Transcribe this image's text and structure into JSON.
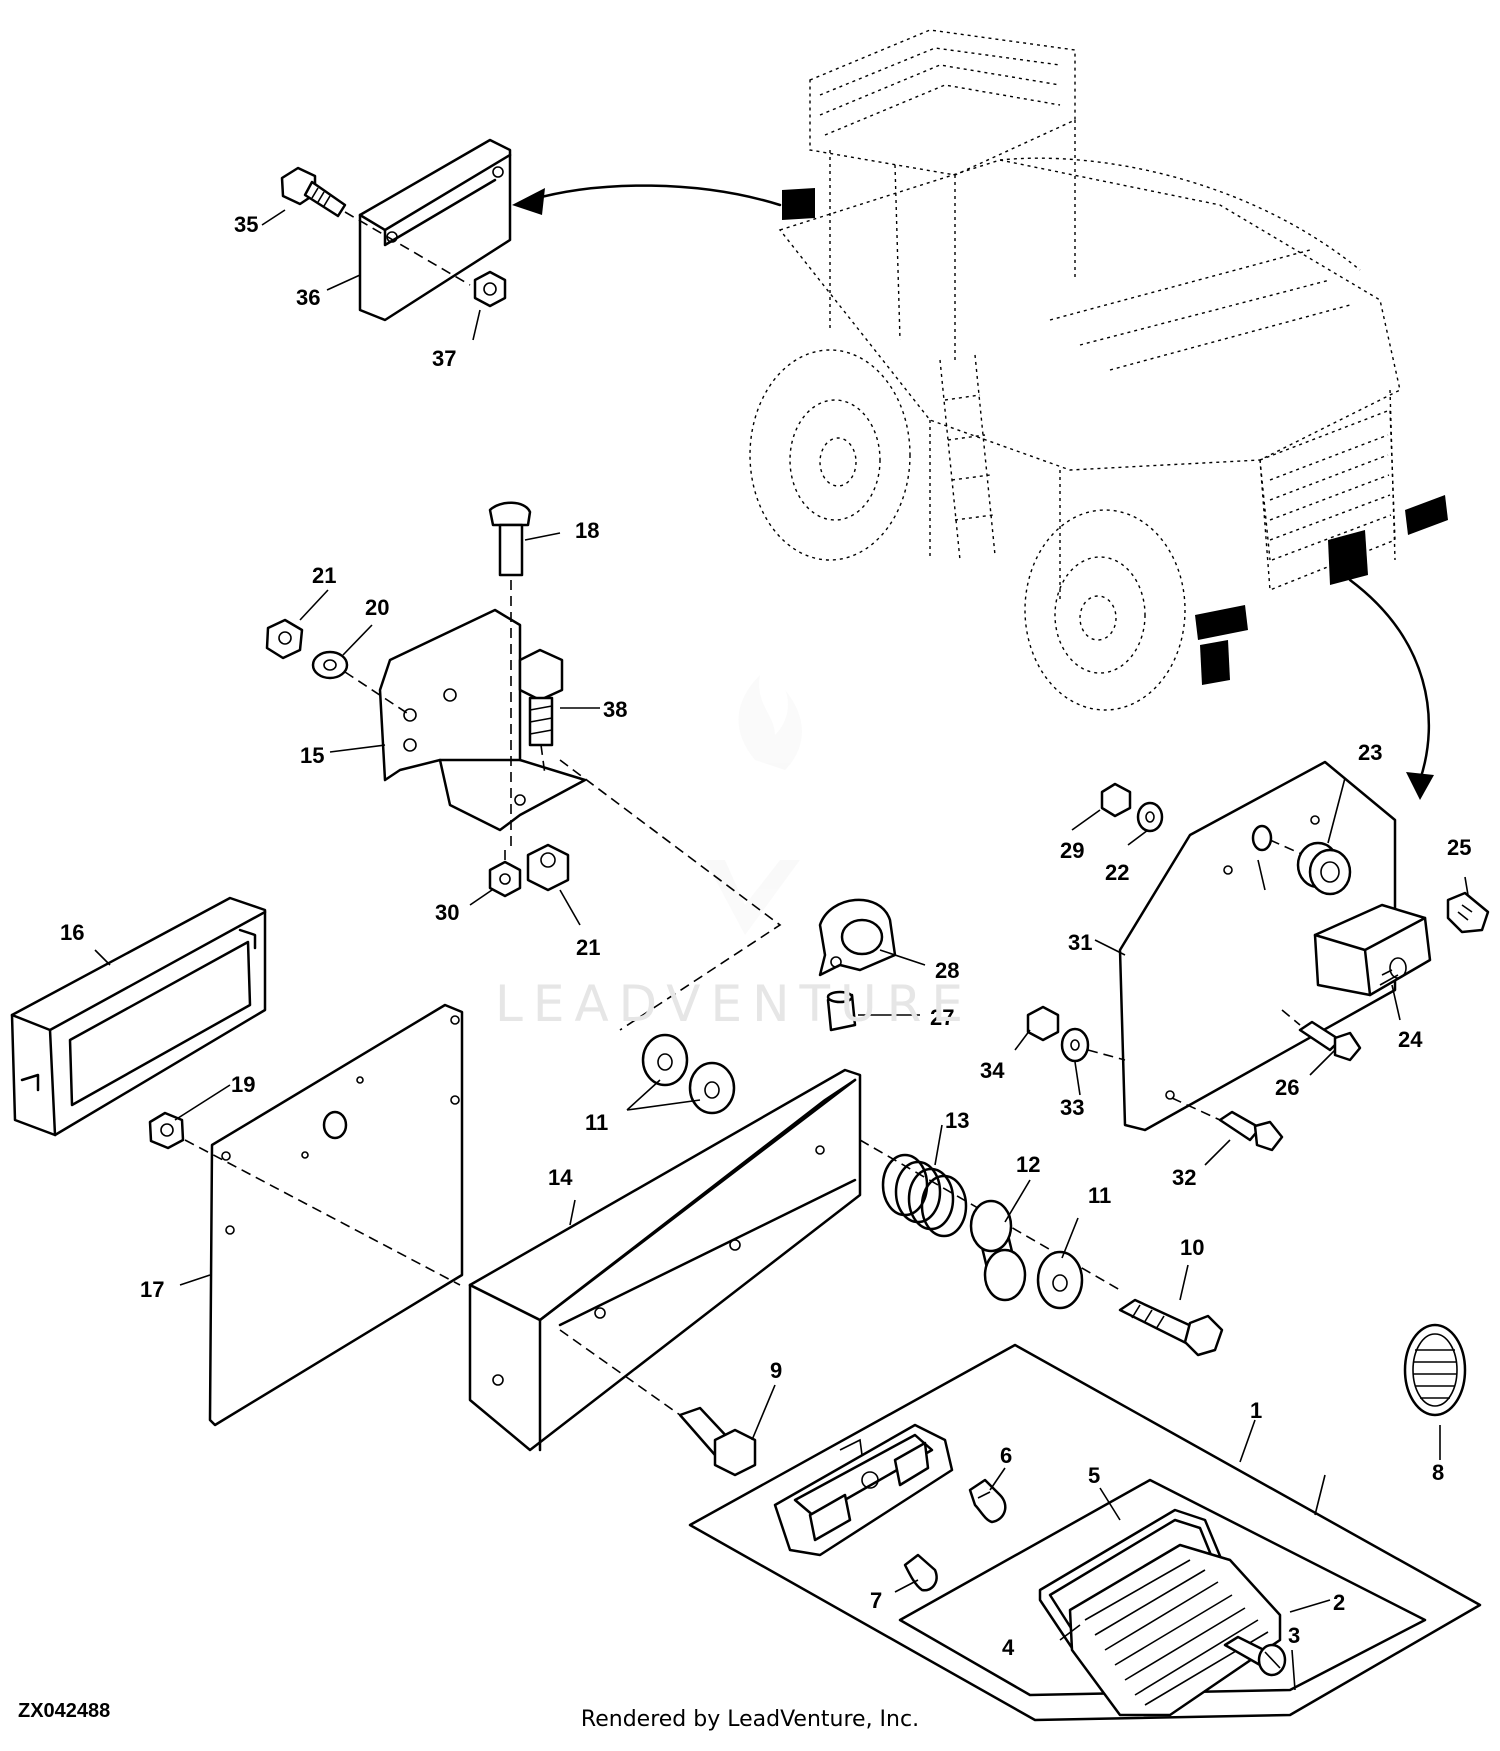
{
  "figure_id": "ZX042488",
  "render_credit": "Rendered by LeadVenture, Inc.",
  "watermark_text": "LEADVENTURE",
  "callouts": [
    "1",
    "2",
    "3",
    "4",
    "5",
    "6",
    "7",
    "8",
    "9",
    "10",
    "11",
    "11",
    "12",
    "13",
    "14",
    "15",
    "16",
    "17",
    "18",
    "19",
    "20",
    "21",
    "21",
    "22",
    "23",
    "24",
    "25",
    "26",
    "27",
    "28",
    "29",
    "30",
    "31",
    "32",
    "33",
    "34",
    "35",
    "36",
    "37",
    "38"
  ],
  "icons": [
    "machine-outline-icon",
    "leadventure-logo-icon"
  ],
  "colors": {
    "line": "#000000",
    "background": "#ffffff",
    "watermark": "#e6e6e6"
  }
}
